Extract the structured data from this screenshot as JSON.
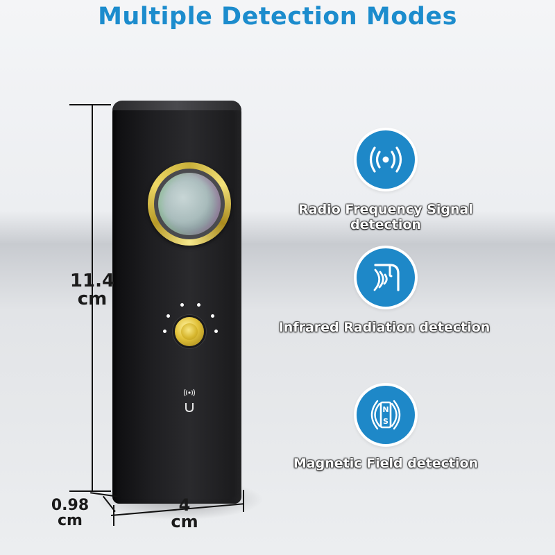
{
  "title": "Multiple Detection Modes",
  "dimensions": {
    "height_value": "11.4",
    "height_unit": "cm",
    "depth_value": "0.98",
    "depth_unit": "cm",
    "width_value": "4",
    "width_unit": "cm"
  },
  "features": [
    {
      "label": "Radio Frequency Signal detection",
      "icon": "radio-signal-icon"
    },
    {
      "label": "Infrared Radiation detection",
      "icon": "infrared-icon"
    },
    {
      "label": "Magnetic Field detection",
      "icon": "magnet-field-icon"
    }
  ],
  "colors": {
    "accent": "#1c8ccd",
    "icon_circle": "#1e88c8",
    "device_body": "#1e1e21",
    "gold": "#d6b52c"
  }
}
